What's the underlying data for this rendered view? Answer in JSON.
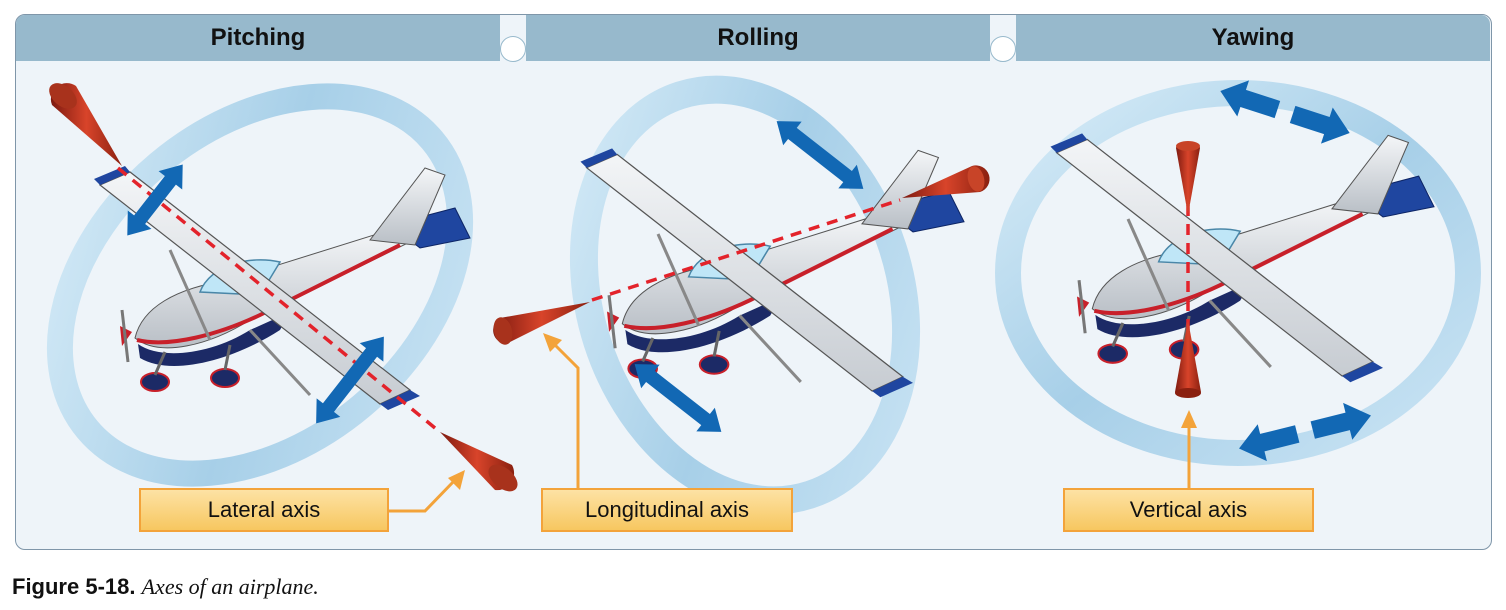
{
  "panels": [
    {
      "title": "Pitching",
      "axis_label": "Lateral axis"
    },
    {
      "title": "Rolling",
      "axis_label": "Longitudinal axis"
    },
    {
      "title": "Yawing",
      "axis_label": "Vertical axis"
    }
  ],
  "caption": {
    "number": "Figure 5-18.",
    "text": "Axes of an airplane."
  },
  "colors": {
    "header": "#97b9cc",
    "panel_background": "#eef4f9",
    "rotation_ring": "#a9d4ec",
    "motion_arrow": "#1268b4",
    "axis_line": "#e3232b",
    "axis_cone": "#b0301a",
    "label_border": "#f3a33a",
    "label_fill": "#f8ca68",
    "fuselage": "#d9dde2",
    "underside": "#1c2a66",
    "stripe": "#c8202a",
    "tail": "#1f46a0"
  },
  "icons": [
    "airplane-icon",
    "rotation-ring-icon",
    "double-arrow-icon",
    "axis-cone-icon",
    "leader-arrow-icon"
  ]
}
